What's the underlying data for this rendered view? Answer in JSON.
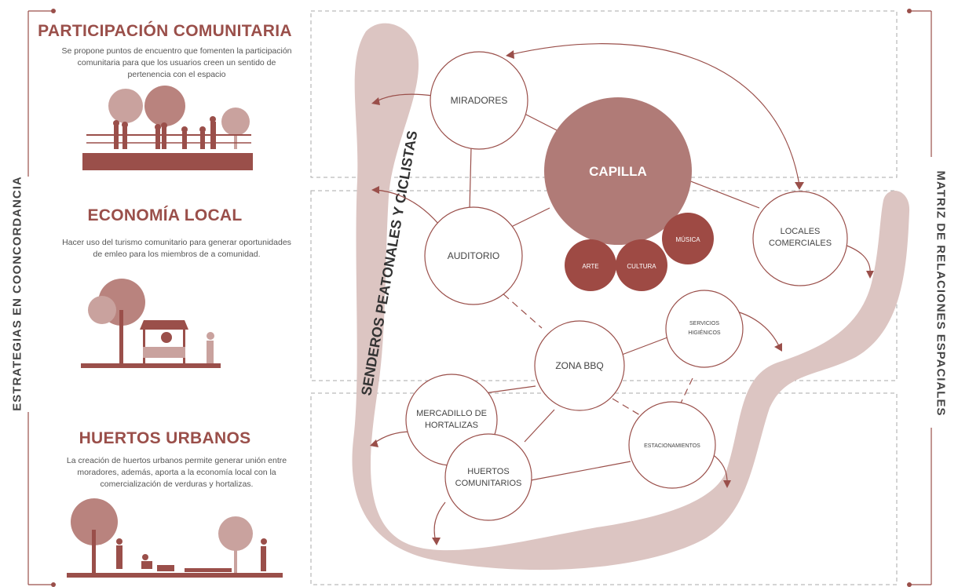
{
  "left_panel": {
    "vertical_title": "ESTRATEGIAS EN COONCORDANCIA",
    "sections": [
      {
        "title": "PARTICIPACIÓN COMUNITARIA",
        "description": "Se propone puntos de encuentro que fomenten la participación comunitaria para que los usuarios creen un sentido de pertenencia con el espacio"
      },
      {
        "title": "ECONOMÍA LOCAL",
        "description": "Hacer uso del turismo comunitario para generar oportunidades de emleo para los miembros de a comunidad."
      },
      {
        "title": "HUERTOS URBANOS",
        "description": "La creación de huertos urbanos permite generar unión entre moradores, además, aporta a la economía local con la comercialización de verduras y hortalizas."
      }
    ]
  },
  "right_panel": {
    "vertical_title": "MATRIZ DE RELACIONES ESPACIALES"
  },
  "diagram": {
    "path_label": "SENDEROS PEATONALES Y CICLISTAS",
    "nodes": {
      "miradores": "MIRADORES",
      "capilla": "CAPILLA",
      "auditorio": "AUDITORIO",
      "arte": "ARTE",
      "cultura": "CULTURA",
      "musica": "MÚSICA",
      "locales": [
        "LOCALES",
        "COMERCIALES"
      ],
      "servicios": [
        "SERVICIOS",
        "HIGIÉNICOS"
      ],
      "zona_bbq": "ZONA BBQ",
      "mercadillo": [
        "MERCADILLO DE",
        "HORTALIZAS"
      ],
      "huertos": [
        "HUERTOS",
        "COMUNITARIOS"
      ],
      "estacionamientos": "ESTACIONAMIENTOS"
    }
  },
  "colors": {
    "accent": "#9a4f4a",
    "capilla": "#b07b77",
    "small_nodes": "#9e4a44",
    "path": "#dcc5c2",
    "line": "#9a4f4a"
  }
}
